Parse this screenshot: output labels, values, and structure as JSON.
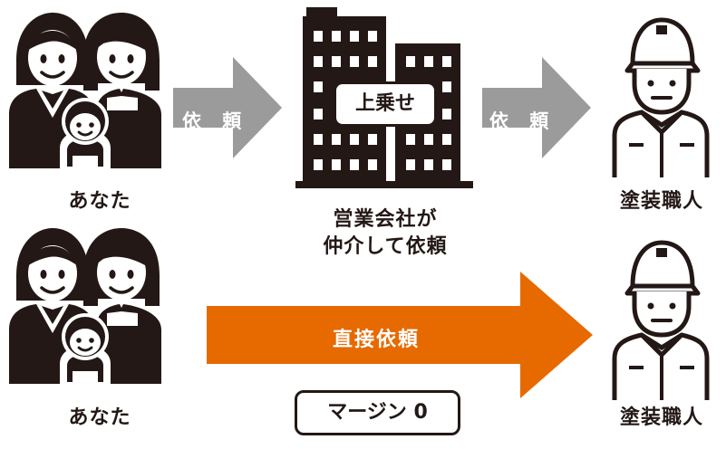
{
  "colors": {
    "ink": "#231815",
    "gray_arrow": "#9b9b9b",
    "orange_arrow": "#e66a00",
    "background": "#ffffff"
  },
  "top_row": {
    "client_label": "あなた",
    "arrow1_label": "依 頼",
    "markup_badge": "上乗せ",
    "arrow2_label": "依 頼",
    "company_caption_line1": "営業会社が",
    "company_caption_line2": "仲介して依頼",
    "craftsman_label": "塗装職人"
  },
  "bottom_row": {
    "client_label": "あなた",
    "direct_arrow_label": "直接依頼",
    "margin_badge": "マージン 0",
    "craftsman_label": "塗装職人"
  },
  "icons": [
    "family-icon",
    "office-building-icon",
    "craftsman-icon"
  ]
}
